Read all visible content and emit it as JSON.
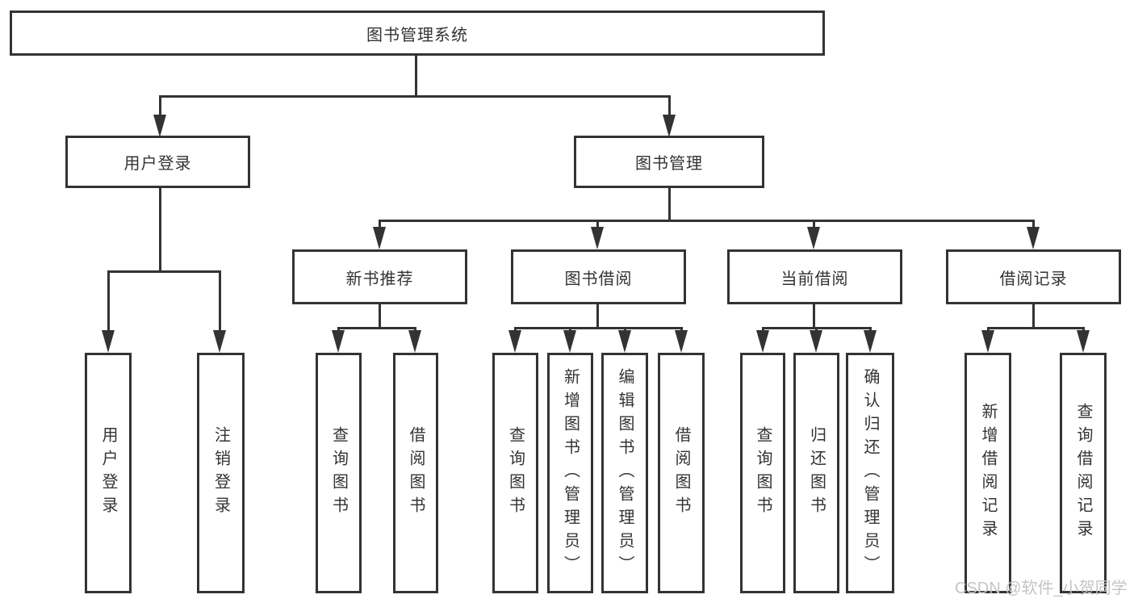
{
  "tree": {
    "label": "图书管理系统",
    "children": [
      {
        "label": "用户登录",
        "children": [
          {
            "label": "用户登录"
          },
          {
            "label": "注销登录"
          }
        ]
      },
      {
        "label": "图书管理",
        "children": [
          {
            "label": "新书推荐",
            "children": [
              {
                "label": "查询图书"
              },
              {
                "label": "借阅图书"
              }
            ]
          },
          {
            "label": "图书借阅",
            "children": [
              {
                "label": "查询图书"
              },
              {
                "label": "新增图书（管理员）"
              },
              {
                "label": "编辑图书（管理员）"
              },
              {
                "label": "借阅图书"
              }
            ]
          },
          {
            "label": "当前借阅",
            "children": [
              {
                "label": "查询图书"
              },
              {
                "label": "归还图书"
              },
              {
                "label": "确认归还（管理员）"
              }
            ]
          },
          {
            "label": "借阅记录",
            "children": [
              {
                "label": "新增借阅记录"
              },
              {
                "label": "查询借阅记录"
              }
            ]
          }
        ]
      }
    ]
  },
  "watermark": "CSDN @软件_小贺同学",
  "colors": {
    "line": "#333333",
    "text": "#333333",
    "background": "#ffffff",
    "watermark": "#c4c4c4"
  }
}
